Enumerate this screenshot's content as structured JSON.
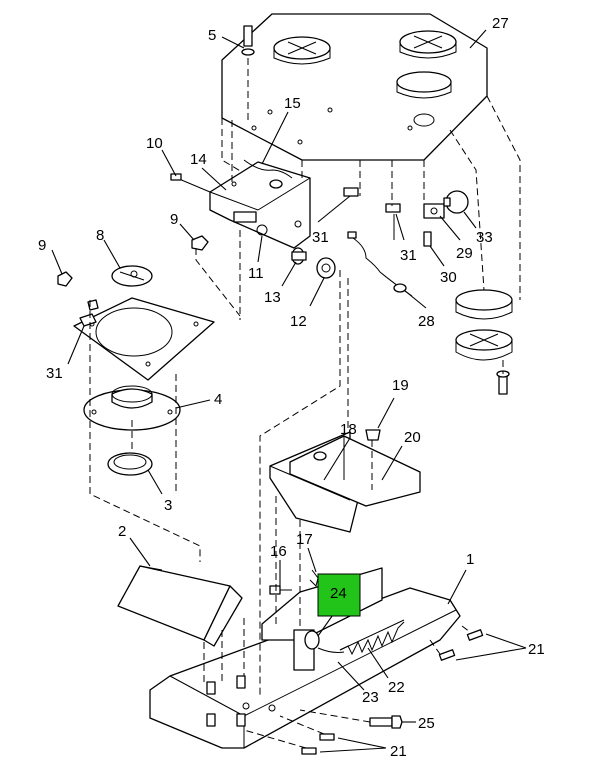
{
  "diagram": {
    "highlight_color": "#22c41a",
    "highlighted_item": "24",
    "callouts": {
      "c1": "1",
      "c2": "2",
      "c3": "3",
      "c4": "4",
      "c5": "5",
      "c8": "8",
      "c9a": "9",
      "c9b": "9",
      "c10": "10",
      "c11": "11",
      "c12": "12",
      "c13": "13",
      "c14": "14",
      "c15": "15",
      "c16": "16",
      "c17": "17",
      "c18": "18",
      "c19": "19",
      "c20": "20",
      "c21a": "21",
      "c21b": "21",
      "c22": "22",
      "c23": "23",
      "c24": "24",
      "c25": "25",
      "c27": "27",
      "c28": "28",
      "c29": "29",
      "c30": "30",
      "c31a": "31",
      "c31b": "31",
      "c31c": "31",
      "c33": "33"
    }
  }
}
